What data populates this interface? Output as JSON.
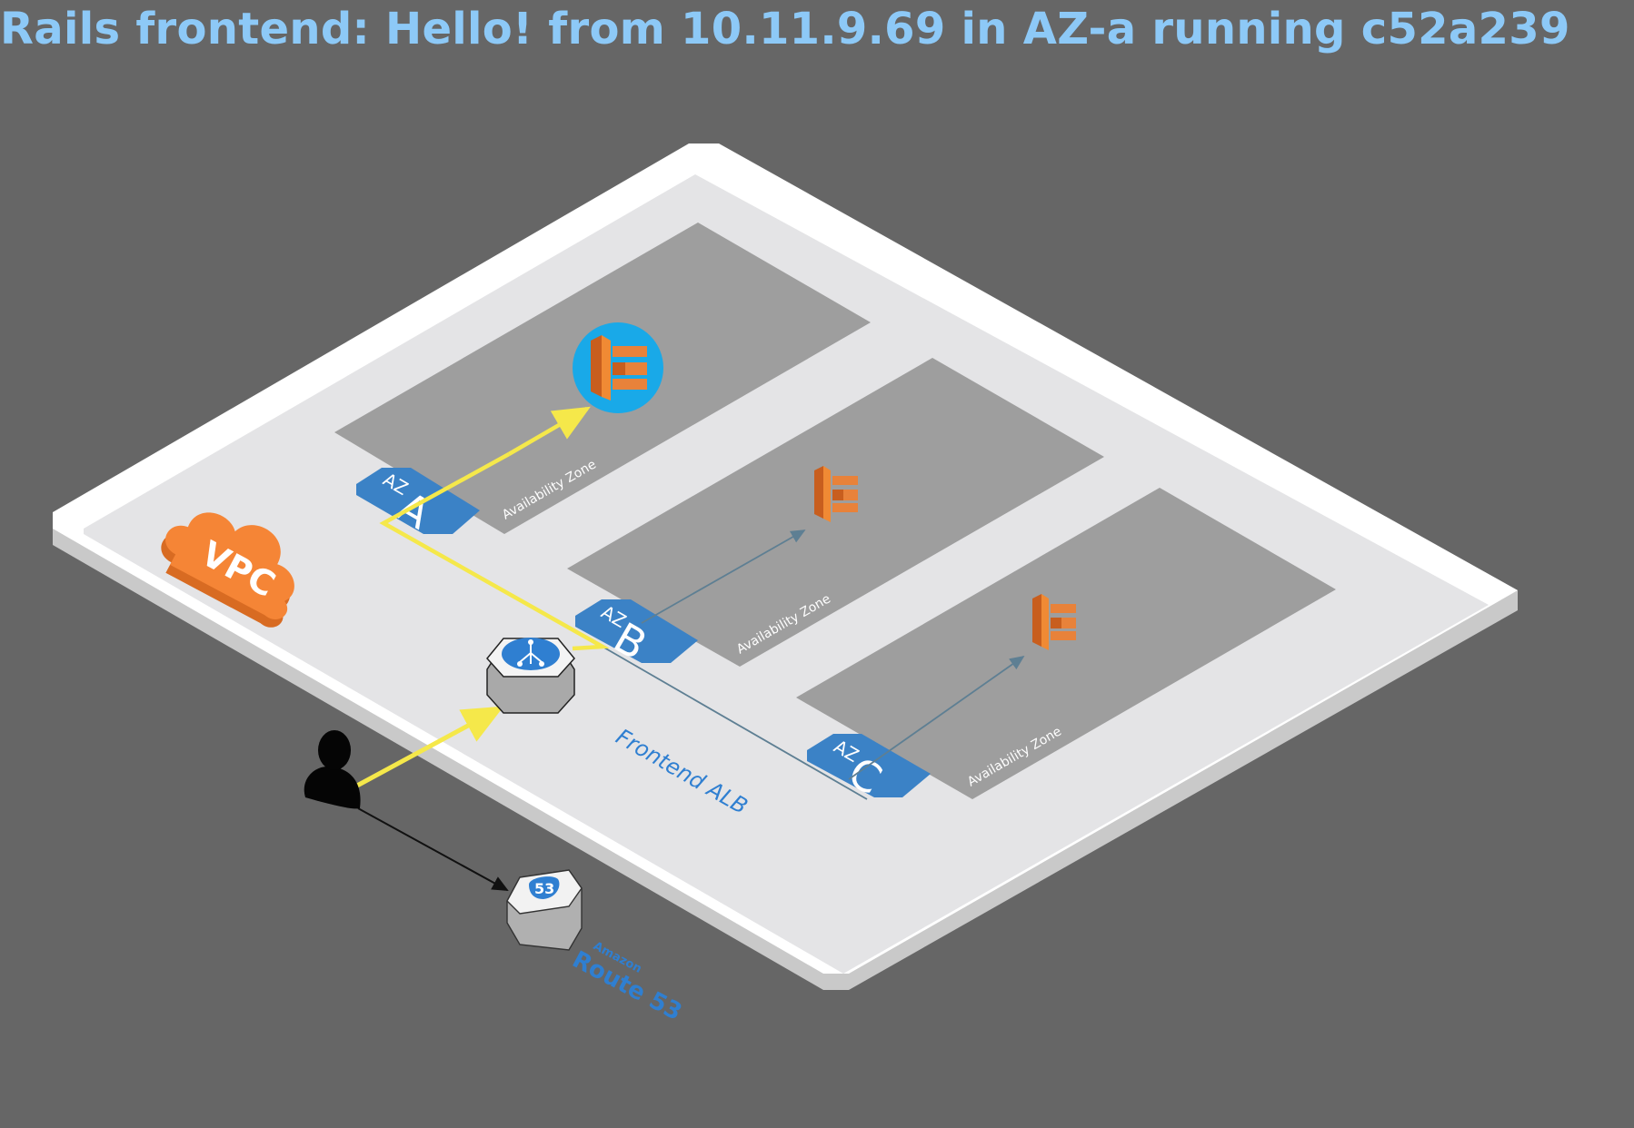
{
  "title": "Rails frontend: Hello! from 10.11.9.69 in AZ-a running c52a239",
  "vpc": {
    "label": "VPC",
    "color": "#f58536"
  },
  "zones": [
    {
      "prefix": "AZ",
      "letter": "A",
      "caption": "Availability Zone",
      "active": true
    },
    {
      "prefix": "AZ",
      "letter": "B",
      "caption": "Availability Zone",
      "active": false
    },
    {
      "prefix": "AZ",
      "letter": "C",
      "caption": "Availability Zone",
      "active": false
    }
  ],
  "load_balancer": {
    "label": "Frontend ALB",
    "icon": "load-balancer-icon"
  },
  "route53": {
    "small": "Amazon",
    "big": "Route 53",
    "badge": "53",
    "icon": "route53-icon"
  },
  "user": {
    "icon": "user-icon"
  },
  "colors": {
    "active_path": "#f5e84a",
    "inactive_path": "#5e7f93",
    "zone_tag": "#3b82c6",
    "container": "#e8823a",
    "active_ring": "#19a9e8"
  }
}
